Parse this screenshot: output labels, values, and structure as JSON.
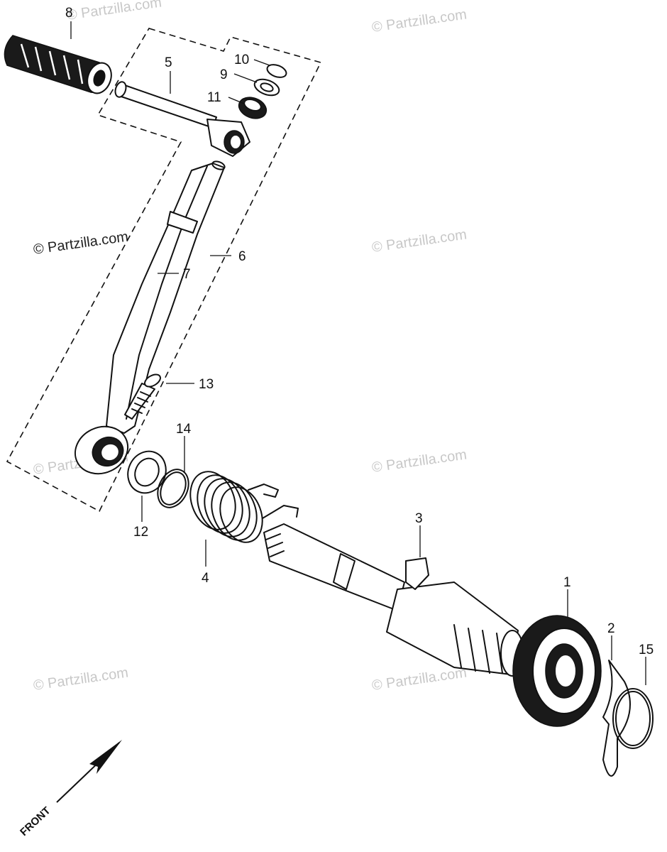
{
  "watermark": {
    "text": "© Partzilla.com"
  },
  "callouts": [
    {
      "id": "1",
      "label": "1"
    },
    {
      "id": "2",
      "label": "2"
    },
    {
      "id": "3",
      "label": "3"
    },
    {
      "id": "4",
      "label": "4"
    },
    {
      "id": "5",
      "label": "5"
    },
    {
      "id": "6",
      "label": "6"
    },
    {
      "id": "7",
      "label": "7"
    },
    {
      "id": "8",
      "label": "8"
    },
    {
      "id": "9",
      "label": "9"
    },
    {
      "id": "10",
      "label": "10"
    },
    {
      "id": "11",
      "label": "11"
    },
    {
      "id": "12",
      "label": "12"
    },
    {
      "id": "13",
      "label": "13"
    },
    {
      "id": "14",
      "label": "14"
    },
    {
      "id": "15",
      "label": "15"
    }
  ],
  "direction": {
    "label": "FRONT"
  }
}
